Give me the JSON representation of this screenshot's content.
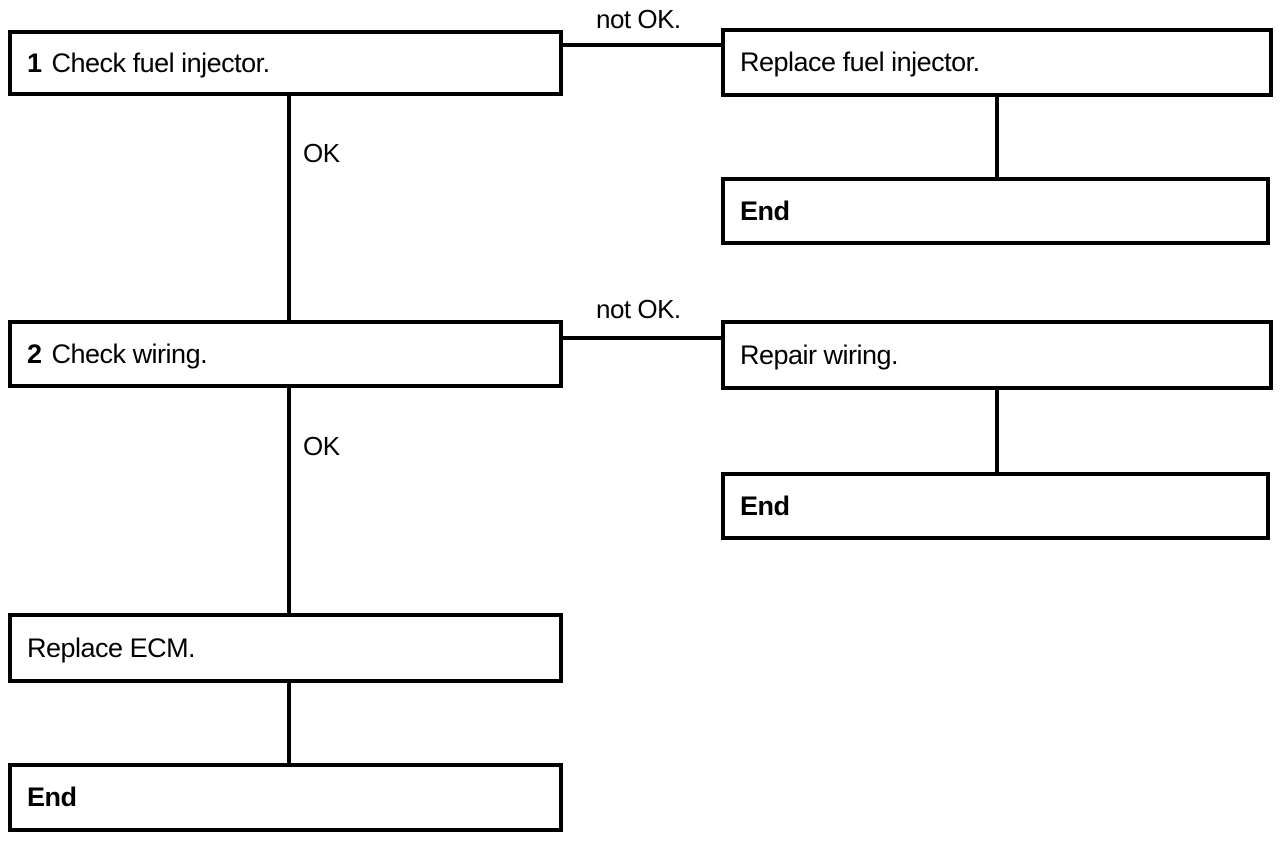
{
  "diagram": {
    "type": "flowchart",
    "colors": {
      "ink": "#000000",
      "paper": "#ffffff"
    },
    "boxes": {
      "step1": {
        "number": "1",
        "text": "Check fuel injector."
      },
      "replace_injector": {
        "text": "Replace fuel injector."
      },
      "end1": {
        "text": "End"
      },
      "step2": {
        "number": "2",
        "text": "Check wiring."
      },
      "repair_wiring": {
        "text": "Repair wiring."
      },
      "end2": {
        "text": "End"
      },
      "replace_ecm": {
        "text": "Replace ECM."
      },
      "end3": {
        "text": "End"
      }
    },
    "labels": {
      "not_ok_top": "not OK.",
      "not_ok_mid": "not OK.",
      "ok_top": "OK",
      "ok_mid": "OK"
    },
    "edges": [
      {
        "from": "step1",
        "to": "replace_injector",
        "label": "not OK."
      },
      {
        "from": "replace_injector",
        "to": "end1",
        "label": ""
      },
      {
        "from": "step1",
        "to": "step2",
        "label": "OK"
      },
      {
        "from": "step2",
        "to": "repair_wiring",
        "label": "not OK."
      },
      {
        "from": "repair_wiring",
        "to": "end2",
        "label": ""
      },
      {
        "from": "step2",
        "to": "replace_ecm",
        "label": "OK"
      },
      {
        "from": "replace_ecm",
        "to": "end3",
        "label": ""
      }
    ]
  }
}
